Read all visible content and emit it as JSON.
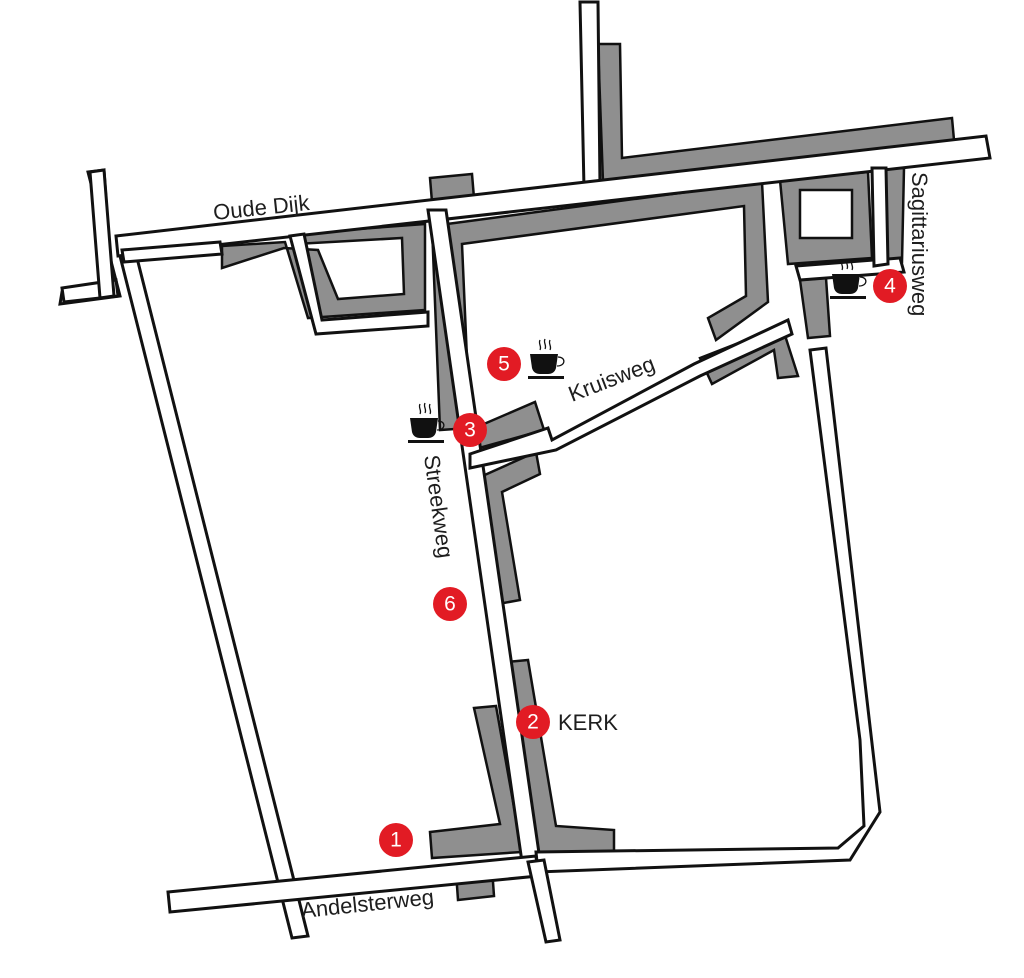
{
  "streets": {
    "oude_dijk": "Oude Dijk",
    "kruisweg": "Kruisweg",
    "streekweg": "Streekweg",
    "sagittariusweg": "Sagittariusweg",
    "andelsterweg": "Andelsterweg"
  },
  "landmarks": {
    "kerk": "KERK"
  },
  "markers": [
    {
      "number": "1"
    },
    {
      "number": "2"
    },
    {
      "number": "3"
    },
    {
      "number": "4"
    },
    {
      "number": "5"
    },
    {
      "number": "6"
    }
  ],
  "icons": {
    "cafe": "coffee-cup-icon"
  },
  "colors": {
    "marker": "#e21b24",
    "building": "#8f8f8f",
    "road": "#ffffff",
    "outline": "#111111"
  }
}
